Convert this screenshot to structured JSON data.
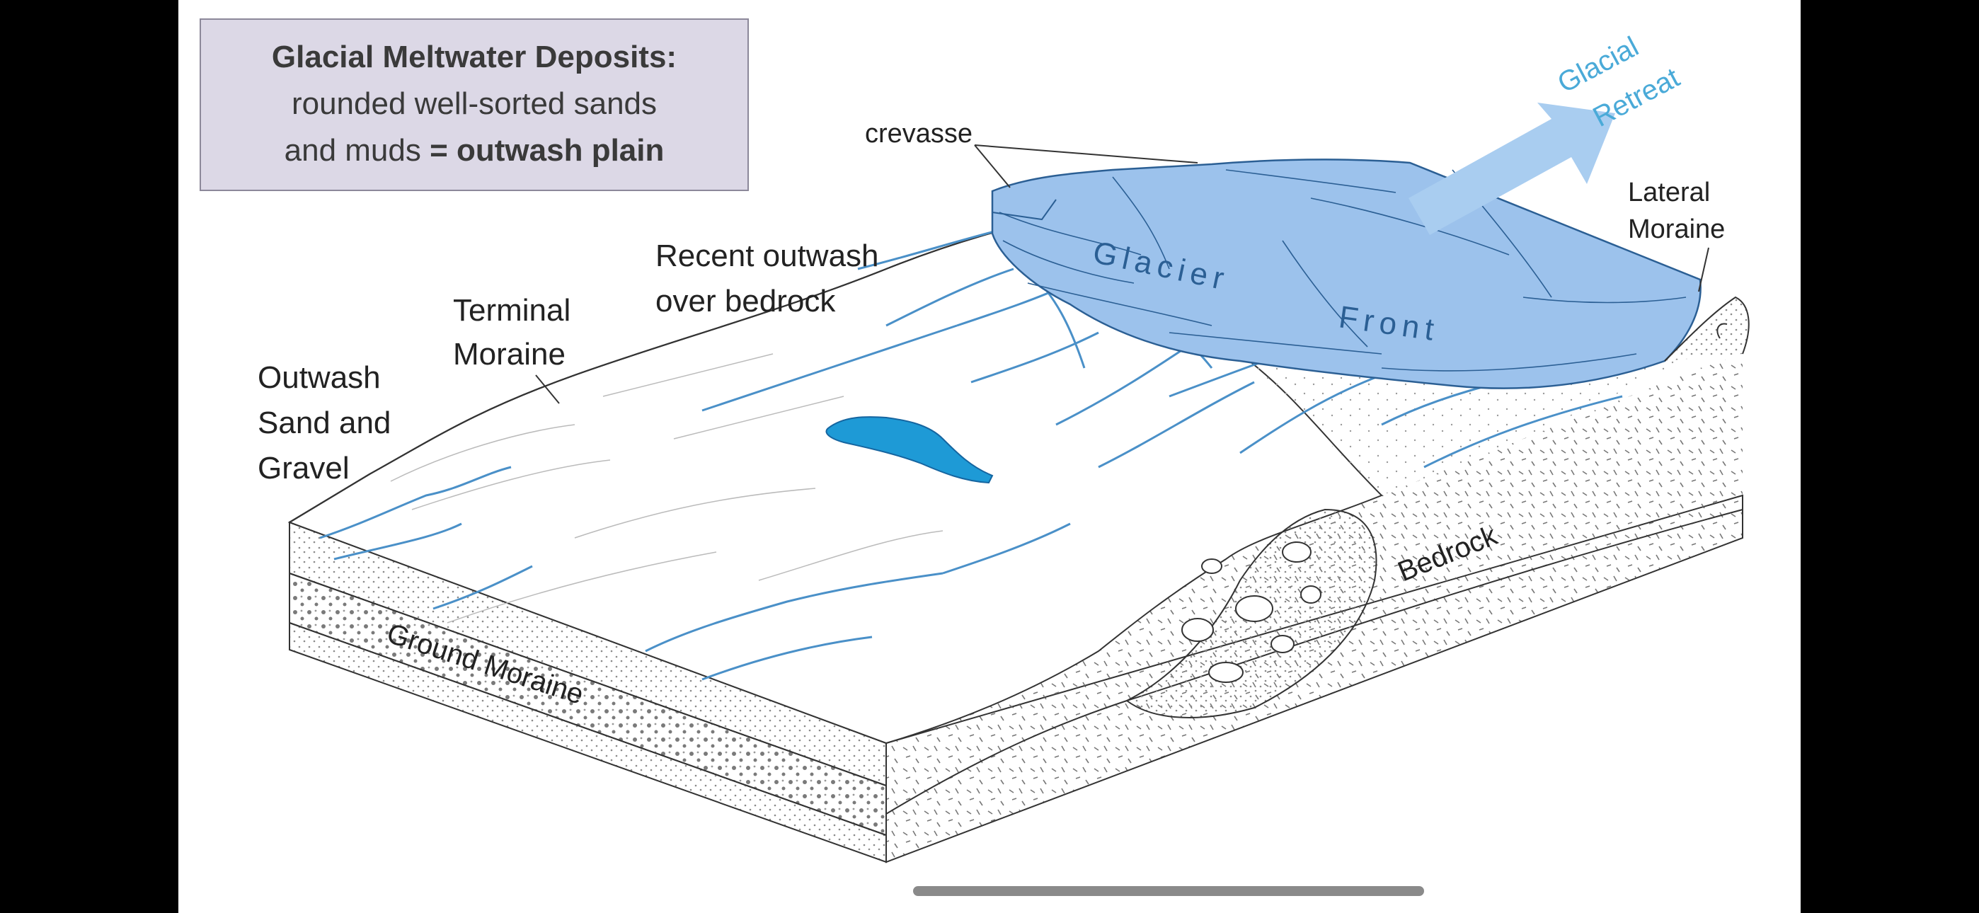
{
  "title_box": {
    "heading": "Glacial Meltwater Deposits:",
    "line2": "rounded well-sorted sands",
    "line3_prefix": "and muds",
    "line3_bold": "= outwash plain"
  },
  "labels": {
    "crevasse": "crevasse",
    "glacial_retreat_line1": "Glacial",
    "glacial_retreat_line2": "Retreat",
    "lateral_moraine_line1": "Lateral",
    "lateral_moraine_line2": "Moraine",
    "recent_outwash_line1": "Recent outwash",
    "recent_outwash_line2": "over bedrock",
    "terminal_moraine_line1": "Terminal",
    "terminal_moraine_line2": "Moraine",
    "outwash_line1": "Outwash",
    "outwash_line2": "Sand and",
    "outwash_line3": "Gravel",
    "glacier": "Glacier",
    "front": "Front",
    "bedrock": "Bedrock",
    "ground_moraine": "Ground Moraine"
  },
  "colors": {
    "ice": "#9cc2ec",
    "ice_edge": "#2b5f94",
    "lake": "#1e9ad6",
    "stream": "#4a90c8",
    "arrow": "#a9cdf0",
    "arrow_text": "#4aaad8",
    "title_box_bg": "#dcd8e6"
  }
}
